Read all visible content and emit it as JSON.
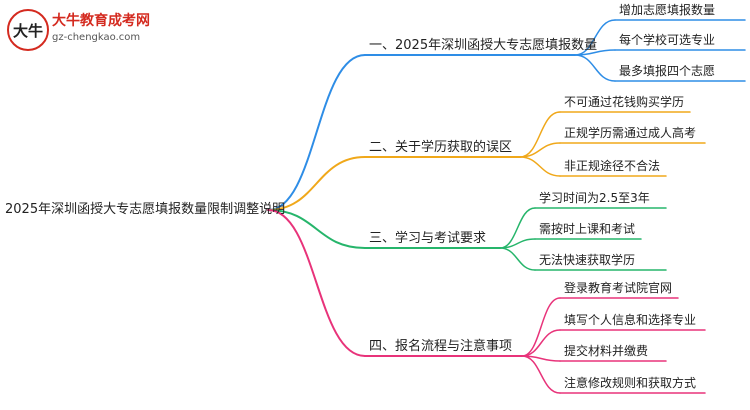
{
  "brand": {
    "name": "大牛教育成考网",
    "url": "gz-chengkao.com",
    "mark_text": "大牛"
  },
  "root": {
    "label": "2025年深圳函授大专志愿填报数量限制调整说明"
  },
  "colors": {
    "branch_1": "#2e8de6",
    "branch_2": "#f0a81a",
    "branch_3": "#26b56b",
    "branch_4": "#e8337a",
    "logo_red": "#d42a1f"
  },
  "branches": [
    {
      "label": "一、2025年深圳函授大专志愿填报数量",
      "children": [
        "增加志愿填报数量",
        "每个学校可选专业",
        "最多填报四个志愿"
      ]
    },
    {
      "label": "二、关于学历获取的误区",
      "children": [
        "不可通过花钱购买学历",
        "正规学历需通过成人高考",
        "非正规途径不合法"
      ]
    },
    {
      "label": "三、学习与考试要求",
      "children": [
        "学习时间为2.5至3年",
        "需按时上课和考试",
        "无法快速获取学历"
      ]
    },
    {
      "label": "四、报名流程与注意事项",
      "children": [
        "登录教育考试院官网",
        "填写个人信息和选择专业",
        "提交材料并缴费",
        "注意修改规则和获取方式"
      ]
    }
  ]
}
